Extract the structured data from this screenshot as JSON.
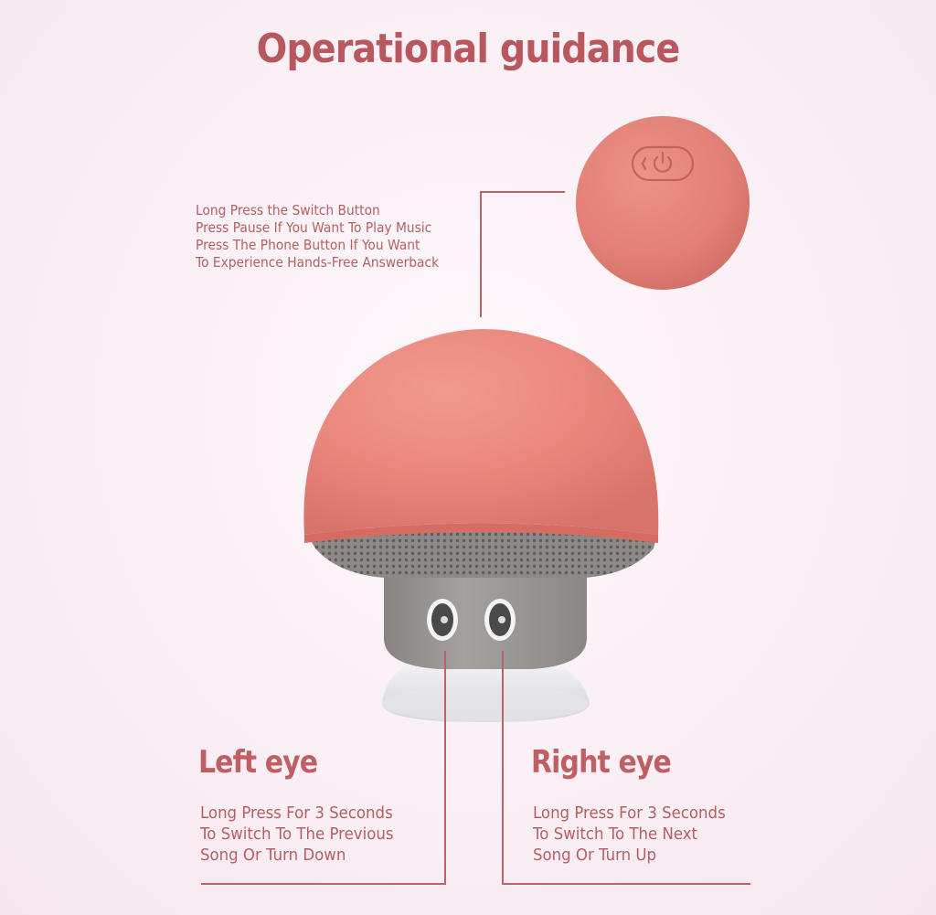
{
  "title": "Operational guidance",
  "switch_button": {
    "lines": [
      "Long Press the Switch Button",
      "Press Pause If You Want To Play Music",
      "Press The Phone Button If You Want",
      "To Experience Hands-Free Answerback"
    ]
  },
  "left_eye": {
    "heading": "Left eye",
    "lines": [
      "Long Press For 3 Seconds",
      "To Switch To The Previous",
      "Song Or Turn Down"
    ]
  },
  "right_eye": {
    "heading": "Right eye",
    "lines": [
      "Long Press For 3 Seconds",
      "To Switch To The Next",
      "Song Or Turn Up"
    ]
  },
  "colors": {
    "accent": "#b8585e",
    "cap": "#e8857b",
    "stem": "#9b9896",
    "suction": "#dcdcde"
  },
  "icons": {
    "cap_button": "power-button-icon"
  }
}
